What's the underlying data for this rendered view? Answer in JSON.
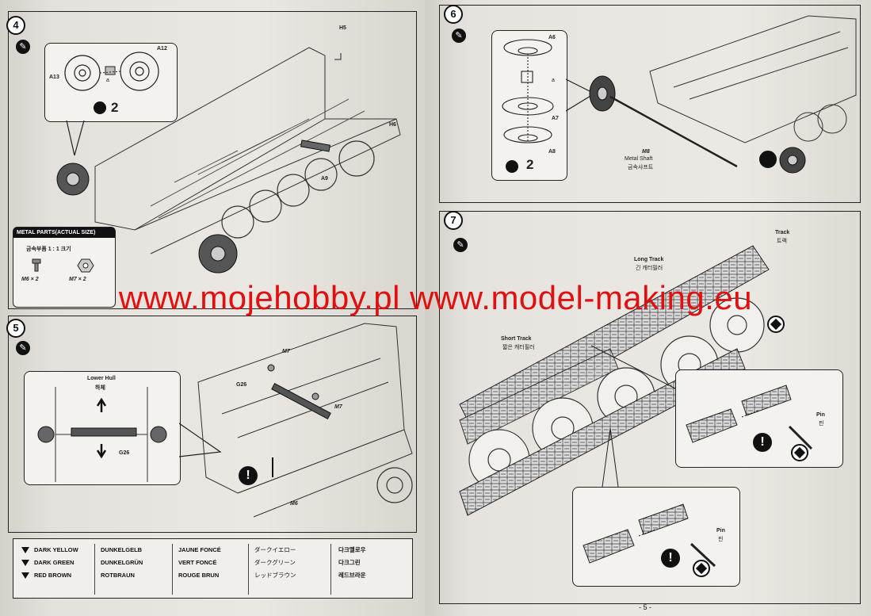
{
  "watermark": "www.mojehobby.pl www.model-making.eu",
  "page_number": "- 5 -",
  "steps": {
    "s4": {
      "number": "4",
      "multiplier": "2"
    },
    "s5": {
      "number": "5"
    },
    "s6": {
      "number": "6",
      "multiplier": "2"
    },
    "s7": {
      "number": "7"
    }
  },
  "labels": {
    "h5": "H5",
    "h6": "H6",
    "a12": "A12",
    "a13": "A13",
    "a": "a",
    "a9": "A9",
    "a6": "A6",
    "a7": "A7",
    "a8": "A8",
    "a_s6": "a",
    "m8": "M8",
    "metal_shaft": "Metal Shaft",
    "metal_shaft_kr": "금속샤프트",
    "m7_top": "M7",
    "m7_mid": "M7",
    "g26": "G26",
    "m6": "M6",
    "lower_hull": "Lower Hull",
    "lower_hull_kr": "하체",
    "g26_inset": "G26",
    "track": "Track",
    "track_kr": "트랙",
    "long_track": "Long Track",
    "long_track_kr": "긴 캐터필러",
    "short_track": "Short Track",
    "short_track_kr": "짧은 캐터필러",
    "pin1": "Pin",
    "pin1_kr": "핀",
    "pin2": "Pin",
    "pin2_kr": "핀"
  },
  "metal_parts": {
    "title": "METAL PARTS(ACTUAL SIZE)",
    "subtitle": "금속부품 1 : 1 크기",
    "m6": "M6 × 2",
    "m7": "M7 × 2"
  },
  "colors": [
    {
      "num": "1",
      "en": "DARK YELLOW",
      "de": "DUNKELGELB",
      "fr": "JAUNE FONCÉ",
      "jp": "ダークイエロー",
      "kr": "다크옐로우"
    },
    {
      "num": "2",
      "en": "DARK GREEN",
      "de": "DUNKELGRÜN",
      "fr": "VERT FONCÉ",
      "jp": "ダークグリーン",
      "kr": "다크그린"
    },
    {
      "num": "3",
      "en": "RED BROWN",
      "de": "ROTBRAUN",
      "fr": "ROUGE BRUN",
      "jp": "レッドブラウン",
      "kr": "레드브라운"
    }
  ]
}
